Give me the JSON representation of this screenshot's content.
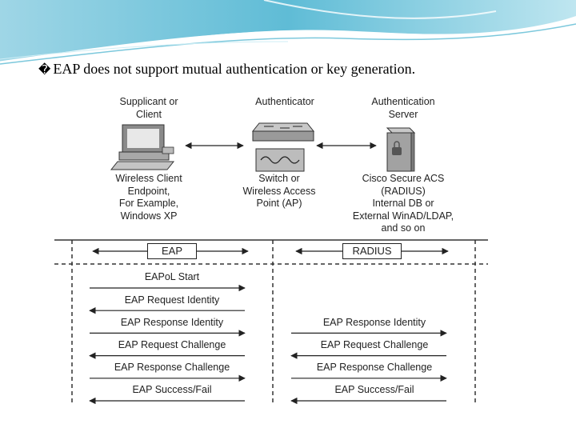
{
  "slide": {
    "bullet_icon": "missing-glyph-box",
    "bullet_text": "EAP does not support mutual authentication or key generation."
  },
  "diagram": {
    "nodes": [
      {
        "role": "Supplicant or\nClient",
        "icon": "desktop-computer-icon",
        "description": "Wireless Client\nEndpoint,\nFor Example,\nWindows XP"
      },
      {
        "role": "Authenticator",
        "icon": "network-switch-icon",
        "description": "Switch or\nWireless Access\nPoint (AP)"
      },
      {
        "role": "Authentication\nServer",
        "icon": "server-tower-icon",
        "description": "Cisco Secure ACS\n(RADIUS)\nInternal DB or\nExternal WinAD/LDAP,\nand so on"
      }
    ],
    "protocols": [
      "EAP",
      "RADIUS"
    ],
    "messages_left": [
      {
        "text": "EAPoL Start",
        "direction": "right"
      },
      {
        "text": "EAP Request Identity",
        "direction": "left"
      },
      {
        "text": "EAP Response Identity",
        "direction": "right"
      },
      {
        "text": "EAP Request Challenge",
        "direction": "left"
      },
      {
        "text": "EAP Response Challenge",
        "direction": "right"
      },
      {
        "text": "EAP Success/Fail",
        "direction": "left"
      }
    ],
    "messages_right": [
      {
        "text": "EAP Response Identity",
        "direction": "right"
      },
      {
        "text": "EAP Request Challenge",
        "direction": "left"
      },
      {
        "text": "EAP Response Challenge",
        "direction": "right"
      },
      {
        "text": "EAP Success/Fail",
        "direction": "left"
      }
    ]
  }
}
